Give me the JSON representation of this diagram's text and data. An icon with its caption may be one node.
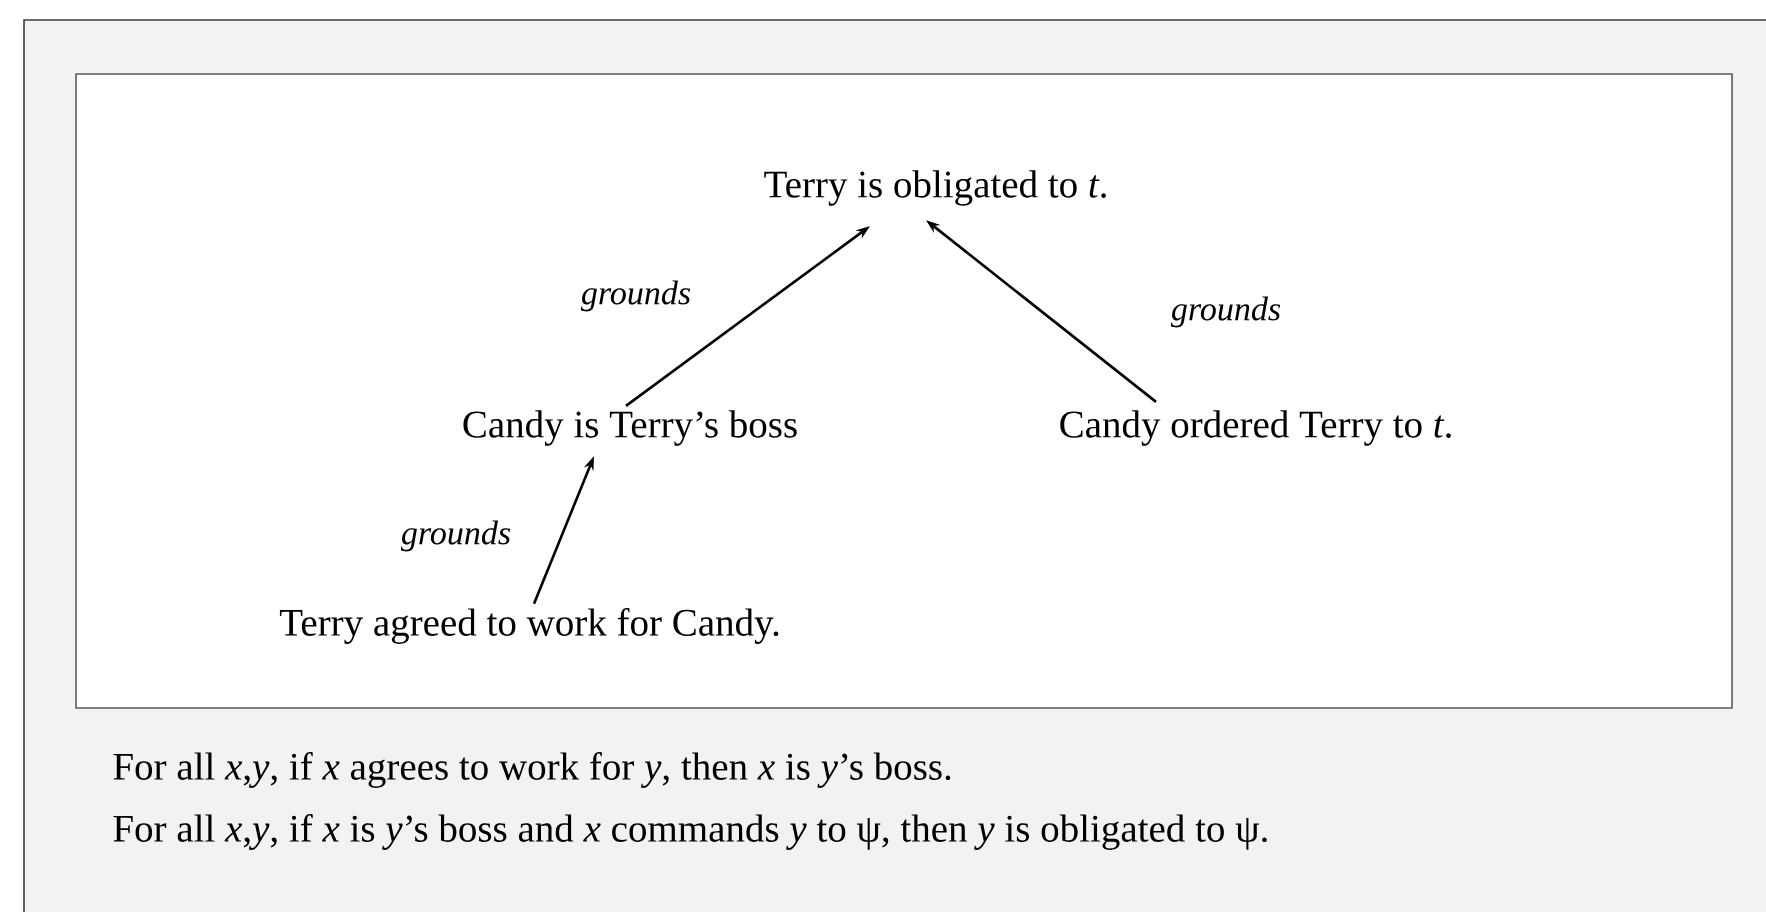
{
  "diagram": {
    "nodes": [
      {
        "text": [
          "Terry is obligated to *t*."
        ]
      },
      {
        "text": [
          "Candy is Terry’s boss"
        ]
      },
      {
        "text": [
          "Candy ordered Terry to *t*."
        ]
      },
      {
        "text": [
          "Terry agreed to work for Candy."
        ]
      }
    ],
    "edges": [
      {
        "from": 1,
        "to": 0,
        "arrow": "to",
        "label": "grounds"
      },
      {
        "from": 2,
        "to": 0,
        "arrow": "to",
        "label": "grounds"
      },
      {
        "from": 3,
        "to": 1,
        "arrow": "to",
        "label": "grounds"
      }
    ],
    "labels": [
      "For all *x*,*y*, if *x* agrees to work for *y*, then *x* is *y*’s boss.",
      "For all *x*,*y*, if *x* is *y*’s boss and *x* commands *y* to ψ, then *y* is obligated to ψ."
    ]
  }
}
